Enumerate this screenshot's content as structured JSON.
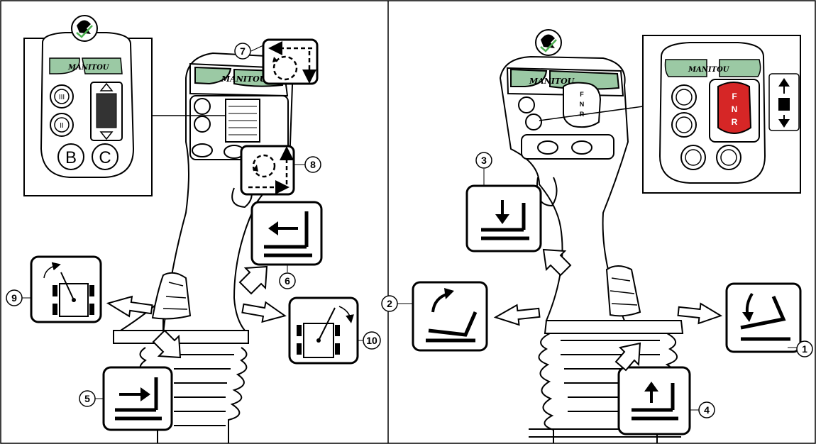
{
  "brand": "MANITOU",
  "colors": {
    "accent_green": "#9bc9a4",
    "fnr_red": "#d62626",
    "line": "#000000",
    "background": "#ffffff"
  },
  "left_panel": {
    "inset_buttons": {
      "gear_top": "III",
      "gear_bottom": "II",
      "key_b": "B",
      "key_c": "C"
    },
    "icons": [
      "joystick-lock-icon",
      "roller-up-down-icon",
      "rotation-ccw-icon",
      "rotation-cw-icon",
      "steering-left-icon",
      "steering-right-icon",
      "tilt-back-icon",
      "tilt-forward-icon"
    ],
    "callouts": [
      "7",
      "8",
      "9",
      "10",
      "6",
      "5"
    ]
  },
  "right_panel": {
    "fnr_labels": [
      "F",
      "N",
      "R"
    ],
    "icons": [
      "joystick-lock-icon",
      "direction-arrows-icon",
      "lift-lower-icon",
      "bucket-crowd-icon",
      "bucket-dump-icon",
      "lift-raise-icon"
    ],
    "callouts": [
      "3",
      "2",
      "1",
      "4"
    ]
  }
}
